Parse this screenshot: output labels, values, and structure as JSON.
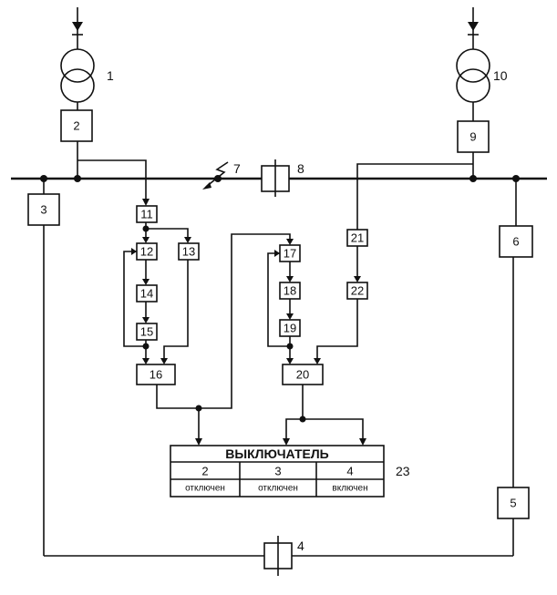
{
  "labels": {
    "transformer_left": "1",
    "transformer_right": "10",
    "fault": "7",
    "bus_breaker": "8",
    "line_breaker": "4",
    "table_ref": "23"
  },
  "blocks": {
    "b2": "2",
    "b3": "3",
    "b5": "5",
    "b6": "6",
    "b9": "9",
    "b11": "11",
    "b12": "12",
    "b13": "13",
    "b14": "14",
    "b15": "15",
    "b16": "16",
    "b17": "17",
    "b18": "18",
    "b19": "19",
    "b20": "20",
    "b21": "21",
    "b22": "22"
  },
  "table": {
    "title": "ВЫКЛЮЧАТЕЛЬ",
    "columns": [
      "2",
      "3",
      "4"
    ],
    "states": [
      "отключен",
      "отключен",
      "включен"
    ]
  }
}
